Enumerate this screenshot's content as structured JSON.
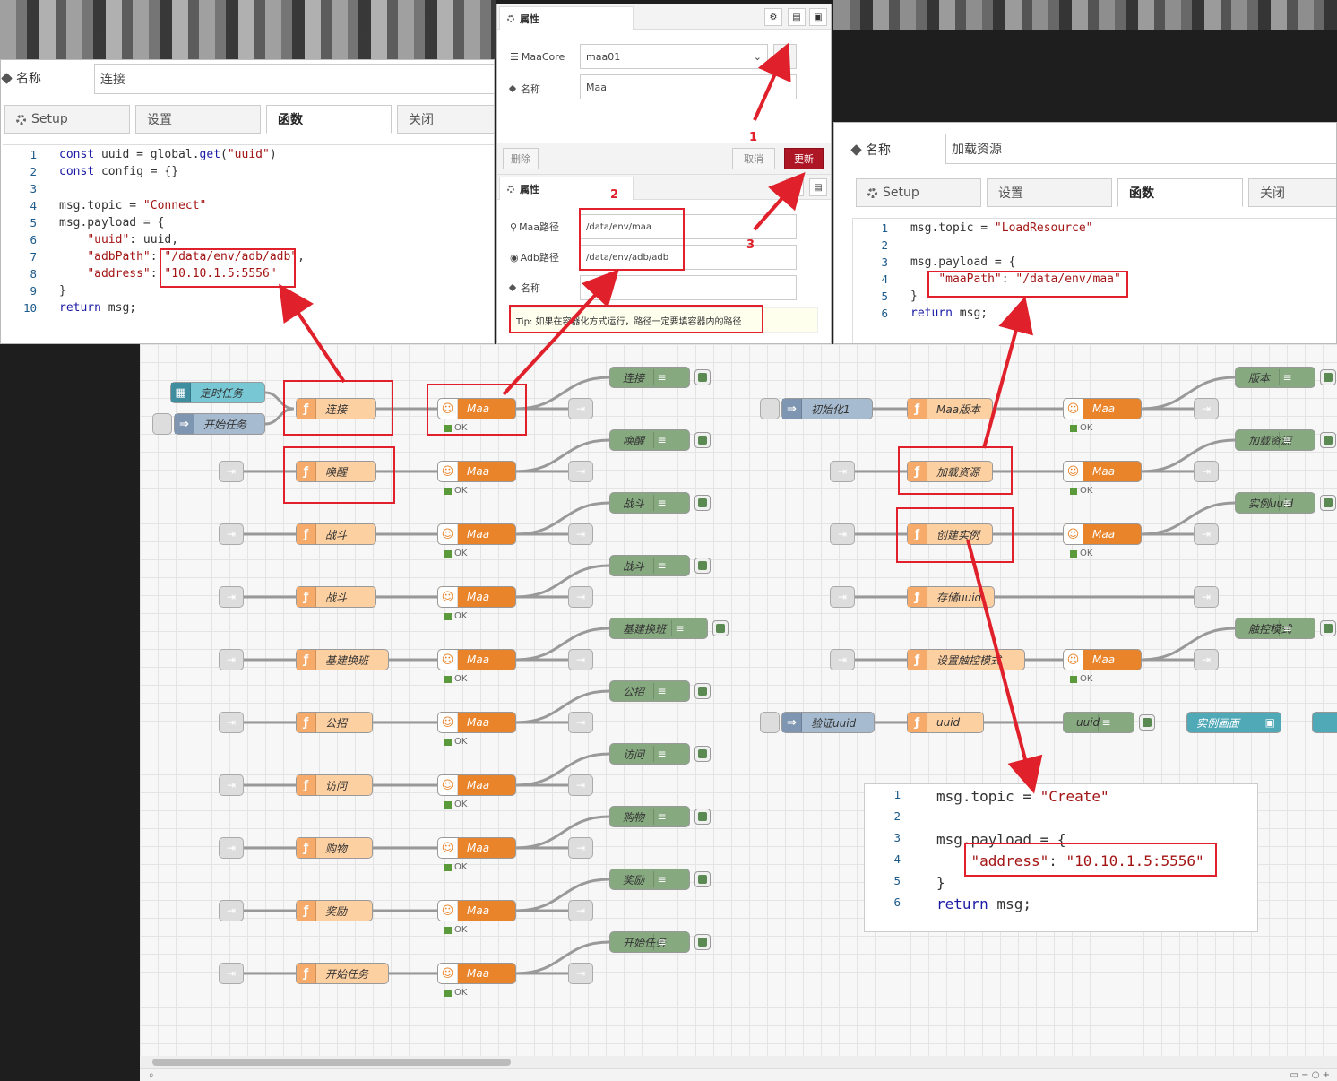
{
  "left_panel": {
    "name_label": "名称",
    "name_value": "连接",
    "tabs": [
      "Setup",
      "设置",
      "函数",
      "关闭"
    ],
    "code": [
      [
        {
          "t": "const",
          "c": "kw"
        },
        {
          "t": " uuid = global."
        },
        {
          "t": "get",
          "c": "kw"
        },
        {
          "t": "("
        },
        {
          "t": "\"uuid\"",
          "c": "st"
        },
        {
          "t": ")"
        }
      ],
      [
        {
          "t": "const",
          "c": "kw"
        },
        {
          "t": " config = {}"
        }
      ],
      [],
      [
        {
          "t": "msg.topic = "
        },
        {
          "t": "\"Connect\"",
          "c": "st"
        }
      ],
      [
        {
          "t": "msg.payload = {"
        }
      ],
      [
        {
          "t": "    "
        },
        {
          "t": "\"uuid\"",
          "c": "st"
        },
        {
          "t": ": uuid,"
        }
      ],
      [
        {
          "t": "    "
        },
        {
          "t": "\"adbPath\"",
          "c": "st"
        },
        {
          "t": ": "
        },
        {
          "t": "\"/data/env/adb/adb\"",
          "c": "st"
        },
        {
          "t": ","
        }
      ],
      [
        {
          "t": "    "
        },
        {
          "t": "\"address\"",
          "c": "st"
        },
        {
          "t": ": "
        },
        {
          "t": "\"10.10.1.5:5556\"",
          "c": "st"
        }
      ],
      [
        {
          "t": "}"
        }
      ],
      [
        {
          "t": "return",
          "c": "kw"
        },
        {
          "t": " msg;"
        }
      ]
    ]
  },
  "mid_panel": {
    "title": "属性",
    "maacore_label": "MaaCore",
    "maacore_value": "maa01",
    "name_label": "名称",
    "name_value": "Maa",
    "delete": "删除",
    "cancel": "取消",
    "update": "更新",
    "title2": "属性",
    "maa_path_label": "Maa路径",
    "maa_path": "/data/env/maa",
    "adb_path_label": "Adb路径",
    "adb_path": "/data/env/adb/adb",
    "name2_label": "名称",
    "tip": "Tip: 如果在容器化方式运行，路径一定要填容器内的路径"
  },
  "right_panel": {
    "name_label": "名称",
    "name_value": "加载资源",
    "tabs": [
      "Setup",
      "设置",
      "函数",
      "关闭"
    ],
    "code": [
      [
        {
          "t": "msg.topic = "
        },
        {
          "t": "\"LoadResource\"",
          "c": "st"
        }
      ],
      [],
      [
        {
          "t": "msg.payload = {"
        }
      ],
      [
        {
          "t": "    "
        },
        {
          "t": "\"maaPath\"",
          "c": "st"
        },
        {
          "t": ": "
        },
        {
          "t": "\"/data/env/maa\"",
          "c": "st"
        }
      ],
      [
        {
          "t": "}"
        }
      ],
      [
        {
          "t": "return",
          "c": "kw"
        },
        {
          "t": " msg;"
        }
      ]
    ]
  },
  "popup_code": [
    [
      {
        "t": "msg.topic = "
      },
      {
        "t": "\"Create\"",
        "c": "st"
      }
    ],
    [],
    [
      {
        "t": "msg.payload = {"
      }
    ],
    [
      {
        "t": "    "
      },
      {
        "t": "\"address\"",
        "c": "st"
      },
      {
        "t": ": "
      },
      {
        "t": "\"10.10.1.5:5556\"",
        "c": "st"
      }
    ],
    [
      {
        "t": "}"
      }
    ],
    [
      {
        "t": "return",
        "c": "kw"
      },
      {
        "t": " msg;"
      }
    ]
  ],
  "annotations": [
    "1",
    "2",
    "3"
  ],
  "flow_left": {
    "injects": [
      "定时任务",
      "开始任务"
    ],
    "functions": [
      "连接",
      "唤醒",
      "战斗",
      "战斗",
      "基建换班",
      "公招",
      "访问",
      "购物",
      "奖励",
      "开始任务"
    ],
    "maa_label": "Maa",
    "ok": "OK",
    "debugs": [
      "连接",
      "唤醒",
      "战斗",
      "战斗",
      "基建换班",
      "公招",
      "访问",
      "购物",
      "奖励",
      "开始任务"
    ]
  },
  "flow_right": {
    "inject1": "初始化1",
    "inject2": "验证uuid",
    "functions": [
      "Maa版本",
      "加载资源",
      "创建实例",
      "存储uuid",
      "设置触控模式"
    ],
    "maa_label": "Maa",
    "ok": "OK",
    "debugs": [
      "版本",
      "加载资源",
      "实例uuid",
      "",
      "触控模式"
    ],
    "uuid_fn": "uuid",
    "uuid_dbg": "uuid",
    "instance_view": "实例画面"
  }
}
